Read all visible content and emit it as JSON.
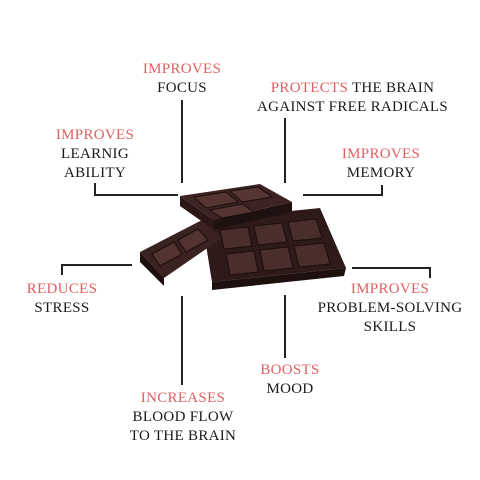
{
  "colors": {
    "accent": "#e06060",
    "text": "#1a1a1a",
    "line": "#222222",
    "chocolate": "#3b2322"
  },
  "benefits": {
    "focus": {
      "verb": "IMPROVES",
      "text": "FOCUS"
    },
    "brain": {
      "verb": "PROTECTS",
      "rest": " THE BRAIN",
      "text2": "AGAINST FREE RADICALS"
    },
    "learning": {
      "verb": "IMPROVES",
      "text": "LEARNIG",
      "text2": "ABILITY"
    },
    "memory": {
      "verb": "IMPROVES",
      "text": "MEMORY"
    },
    "stress": {
      "verb": "REDUCES",
      "text": "STRESS"
    },
    "problem": {
      "verb": "IMPROVES",
      "text": "PROBLEM-SOLVING",
      "text2": "SKILLS"
    },
    "mood": {
      "verb": "BOOSTS",
      "text": "MOOD"
    },
    "blood": {
      "verb": "INCREASES",
      "text": "BLOOD FLOW",
      "text2": "TO THE BRAIN"
    }
  }
}
